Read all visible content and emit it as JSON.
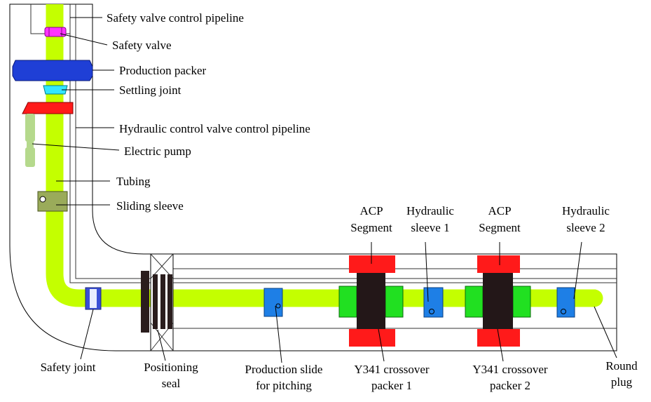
{
  "labels": {
    "safety_valve_control_pipeline": "Safety valve control pipeline",
    "safety_valve": "Safety valve",
    "production_packer": "Production packer",
    "settling_joint": "Settling joint",
    "hydraulic_control_valve_control_pipeline": "Hydraulic control valve control pipeline",
    "electric_pump": "Electric pump",
    "tubing": "Tubing",
    "sliding_sleeve": "Sliding sleeve",
    "acp_segment_1": [
      "ACP",
      "Segment"
    ],
    "hydraulic_sleeve_1": [
      "Hydraulic",
      "sleeve 1"
    ],
    "acp_segment_2": [
      "ACP",
      "Segment"
    ],
    "hydraulic_sleeve_2": [
      "Hydraulic",
      "sleeve 2"
    ],
    "safety_joint": "Safety joint",
    "positioning_seal": [
      "Positioning",
      "seal"
    ],
    "production_slide": [
      "Production slide",
      "for pitching"
    ],
    "y341_packer_1": [
      "Y341 crossover",
      "packer 1"
    ],
    "y341_packer_2": [
      "Y341 crossover",
      "packer 2"
    ],
    "round_plug": [
      "Round",
      "plug"
    ]
  },
  "colors": {
    "tubing": "#c4ff00",
    "safety_valve": "#ff33ff",
    "production_packer": "#1f3fd6",
    "settling_joint": "#33e6ff",
    "pump_top": "#ff1a1a",
    "pump_body": "#b5d98c",
    "sliding_sleeve": "#9aab5a",
    "acp_segment": "#ff1a1a",
    "packer_core": "#231718",
    "packer_side": "#21e021",
    "hydraulic_sleeve": "#1e7fe6",
    "safety_joint": "#3a4fd6",
    "positioning_seal": "#2a1d1d"
  }
}
